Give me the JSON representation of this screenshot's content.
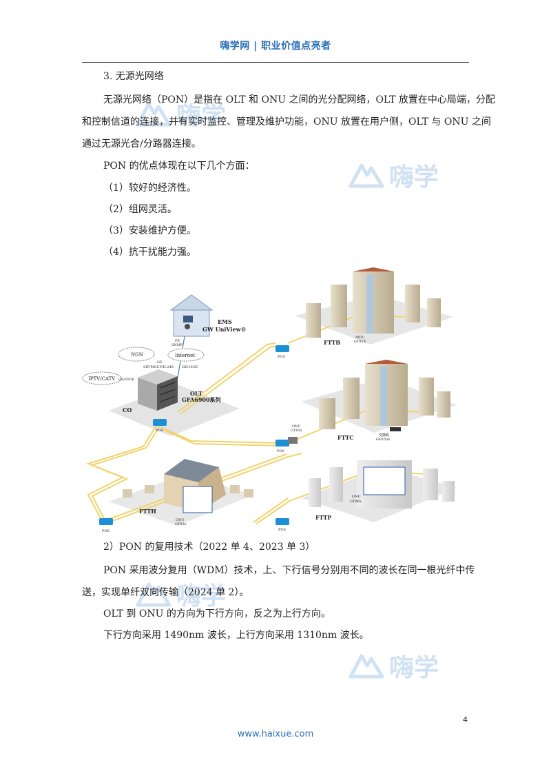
{
  "header": {
    "title": "嗨学网 | 职业价值点亮者"
  },
  "watermark": {
    "text": "嗨学"
  },
  "content": {
    "section_heading": "3. 无源光网络",
    "p1_line1": "无源光网络（PON）是指在 OLT 和 ONU 之间的光分配网络，OLT 放置在中心局端，分配",
    "p1_line2": "和控制信道的连接，并有实时监控、管理及维护功能，ONU 放置在用户侧，OLT 与 ONU 之间",
    "p1_line3": "通过无源光合/分路器连接。",
    "advantages_intro": "PON 的优点体现在以下几个方面：",
    "advantages": [
      "（1）较好的经济性。",
      "（2）组网灵活。",
      "（3）安装维护方便。",
      "（4）抗干扰能力强。"
    ],
    "sub_heading": "2）PON 的复用技术（2022 单 4、2023 单 3）",
    "p2_line1": "PON 采用波分复用（WDM）技术，上、下行信号分别用不同的波长在同一根光纤中传",
    "p2_line2": "送，实现单纤双向传输（2024 单 2）。",
    "p3": "OLT 到 ONU 的方向为下行方向，反之为上行方向。",
    "p4": "下行方向采用 1490nm 波长，上行方向采用 1310nm 波长。"
  },
  "diagram": {
    "ems_label": "EMS",
    "ems_sub": "GW UniView®",
    "fe_snmp": "FE\nSNMP",
    "fe": "FE",
    "snmp": "SNMP",
    "ngn": "NGN",
    "internet": "Internet",
    "ge_sip": "GE",
    "sip_label": "SIP/MGCP/H.248",
    "ge_10ge": "GE/10GE",
    "iptv": "IPTV/CATV",
    "ge10ge_left": "GE/10GE",
    "olt": "OLT",
    "olt_model": "GFA6900系列",
    "co": "CO",
    "pos": "POS",
    "fttb": "FTTB",
    "fttc": "FTTC",
    "ftth": "FTTH",
    "fttp": "FTTP",
    "mdu": "MDU",
    "mdu_model": "GT81X",
    "onu_fttc": "ONU",
    "onu_fttc_model": "GT81x",
    "switch_label": "交换机",
    "switch_model": "GH15xx",
    "onu_ftth": "ONU",
    "onu_ftth_model": "GT83x",
    "onu_fttp": "ONU",
    "onu_fttp_model": "GT86x"
  },
  "footer": {
    "page_number": "4",
    "url": "www.haixue.com"
  },
  "colors": {
    "brand": "#2a6fb8",
    "fiber": "#f1d36b",
    "watermark": "#cfe1f3"
  }
}
